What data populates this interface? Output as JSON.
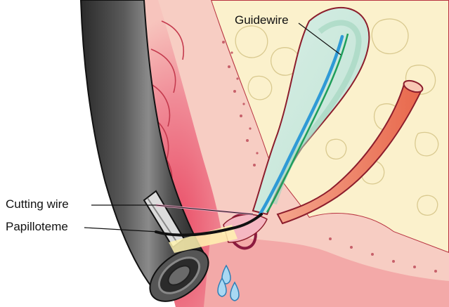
{
  "labels": {
    "guidewire": "Guidewire",
    "cutting_wire": "Cutting wire",
    "papillotome": "Papilloteme"
  },
  "colors": {
    "endoscope": "#3a3a3a",
    "tissue_light": "#f6c9bf",
    "tissue_deep": "#e86a78",
    "pancreas": "#fbf2cf",
    "bile_duct": "#cfe9dd",
    "guidewire": "#2f9ad6",
    "vessel": "#f07a5e",
    "outline": "#8c1d2c"
  }
}
